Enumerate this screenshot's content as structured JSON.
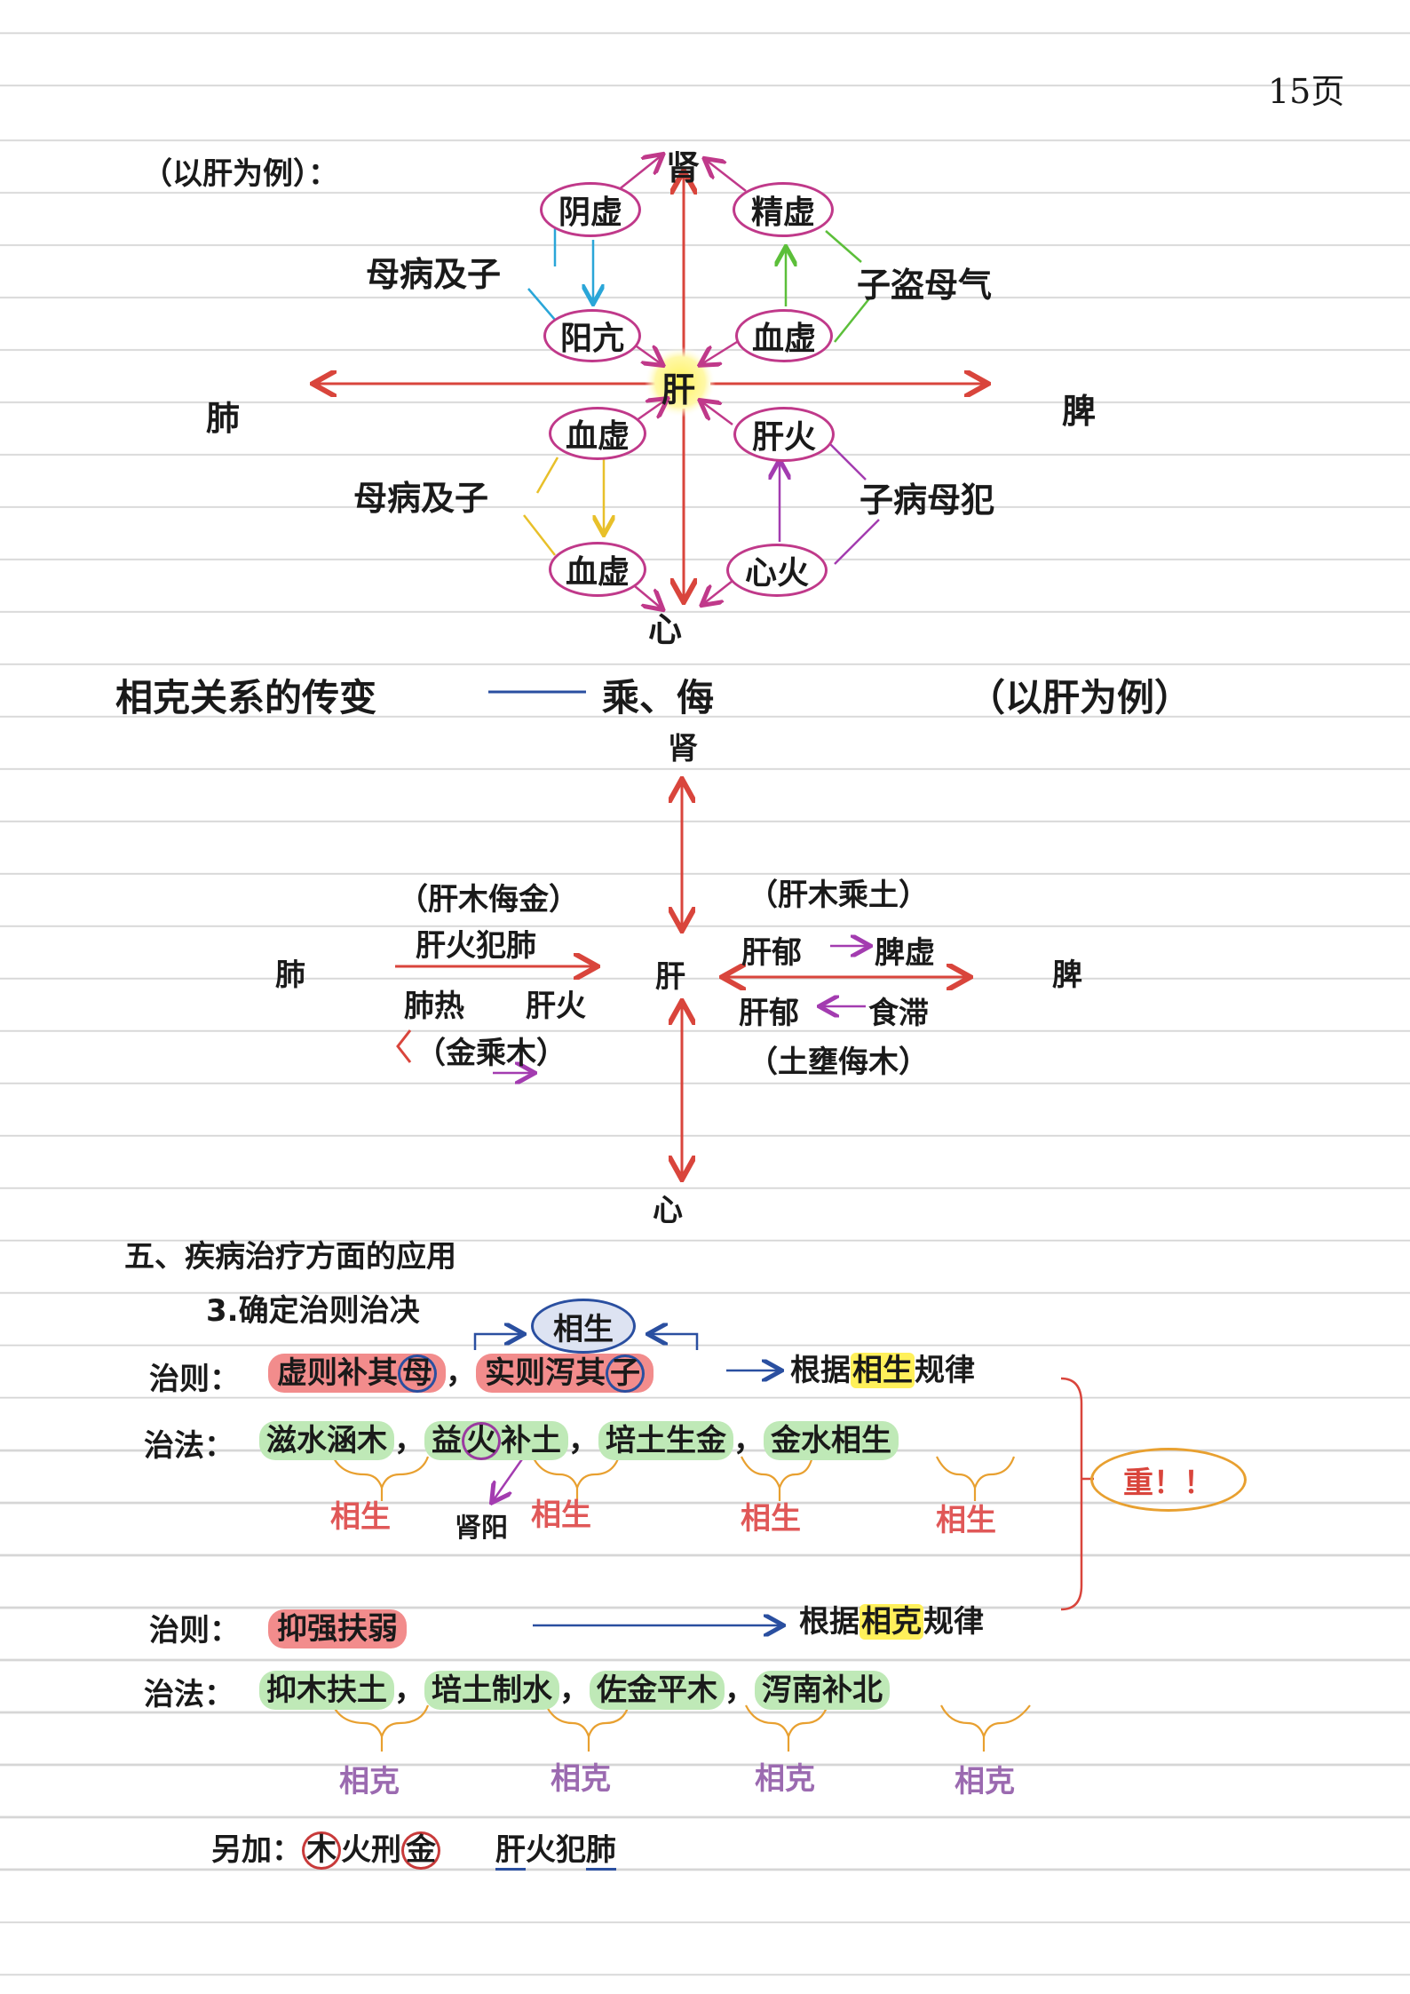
{
  "page_number": "15页",
  "section1": {
    "example": "（以肝为例）：",
    "nodes": {
      "kidney": "肾",
      "liver": "肝",
      "lung": "肺",
      "spleen": "脾",
      "heart": "心",
      "yin_deficiency": "阴虚",
      "essence_deficiency": "精虚",
      "yang_hyperactive": "阳亢",
      "blood_deficiency_top": "血虚",
      "blood_deficiency_mid": "血虚",
      "liver_fire": "肝火",
      "blood_deficiency_bottom": "血虚",
      "heart_fire": "心火"
    },
    "labels": {
      "mother_to_child_1": "母病及子",
      "child_steal_mother": "子盗母气",
      "mother_to_child_2": "母病及子",
      "child_to_mother": "子病母犯"
    }
  },
  "section2": {
    "title": "相克关系的传变",
    "subtitle": "乘、侮",
    "example": "（以肝为例）",
    "nodes": {
      "kidney": "肾",
      "liver": "肝",
      "lung": "肺",
      "spleen": "脾",
      "heart": "心"
    },
    "left": {
      "insult_metal": "（肝木侮金）",
      "liver_fire_lung": "肝火犯肺",
      "lung_heat": "肺热",
      "liver_fire": "肝火",
      "metal_over_wood": "（金乘木）"
    },
    "right": {
      "wood_over_earth": "（肝木乘土）",
      "liver_stagnation_1": "肝郁",
      "spleen_deficiency": "脾虚",
      "liver_stagnation_2": "肝郁",
      "food_stagnation": "食滞",
      "earth_insult_wood": "（土壅侮木）"
    }
  },
  "section3": {
    "heading": "五、疾病治疗方面的应用",
    "subheading": "3.确定治则治决",
    "bubble": "相生",
    "principle1": {
      "label": "治则：",
      "part1_pre": "虚则补其",
      "part1_circ": "母",
      "part2_pre": "实则泻其",
      "part2_circ": "子",
      "comma": "，",
      "rule_pre": "根据",
      "rule_hl": "相生",
      "rule_post": "规律"
    },
    "method1": {
      "label": "治法：",
      "items": [
        "滋水涵木",
        "益",
        "火",
        "补土",
        "培土生金",
        "金水相生"
      ],
      "sep": "，",
      "relation": "相生",
      "note": "肾阳"
    },
    "important": "重！！",
    "principle2": {
      "label": "治则：",
      "text": "抑强扶弱",
      "rule_pre": "根据",
      "rule_hl": "相克",
      "rule_post": "规律"
    },
    "method2": {
      "label": "治法：",
      "items": [
        "抑木扶土",
        "培土制水",
        "佐金平木",
        "泻南补北"
      ],
      "sep": "，",
      "relation": "相克"
    },
    "extra": {
      "label": "另加：",
      "c1": "木",
      "mid": "火刑",
      "c2": "金",
      "u1": "肝",
      "mid2": "火犯",
      "u2": "肺"
    }
  },
  "colors": {
    "red": "#d9453c",
    "pink": "#c0398a",
    "blue": "#2aa6d8",
    "green": "#5cbf3a",
    "yellow": "#e8c02a",
    "purple": "#a33cb0",
    "highlight_red": "#f28c8c",
    "highlight_green": "#bfe9b7",
    "highlight_yellow": "#fff05a"
  }
}
